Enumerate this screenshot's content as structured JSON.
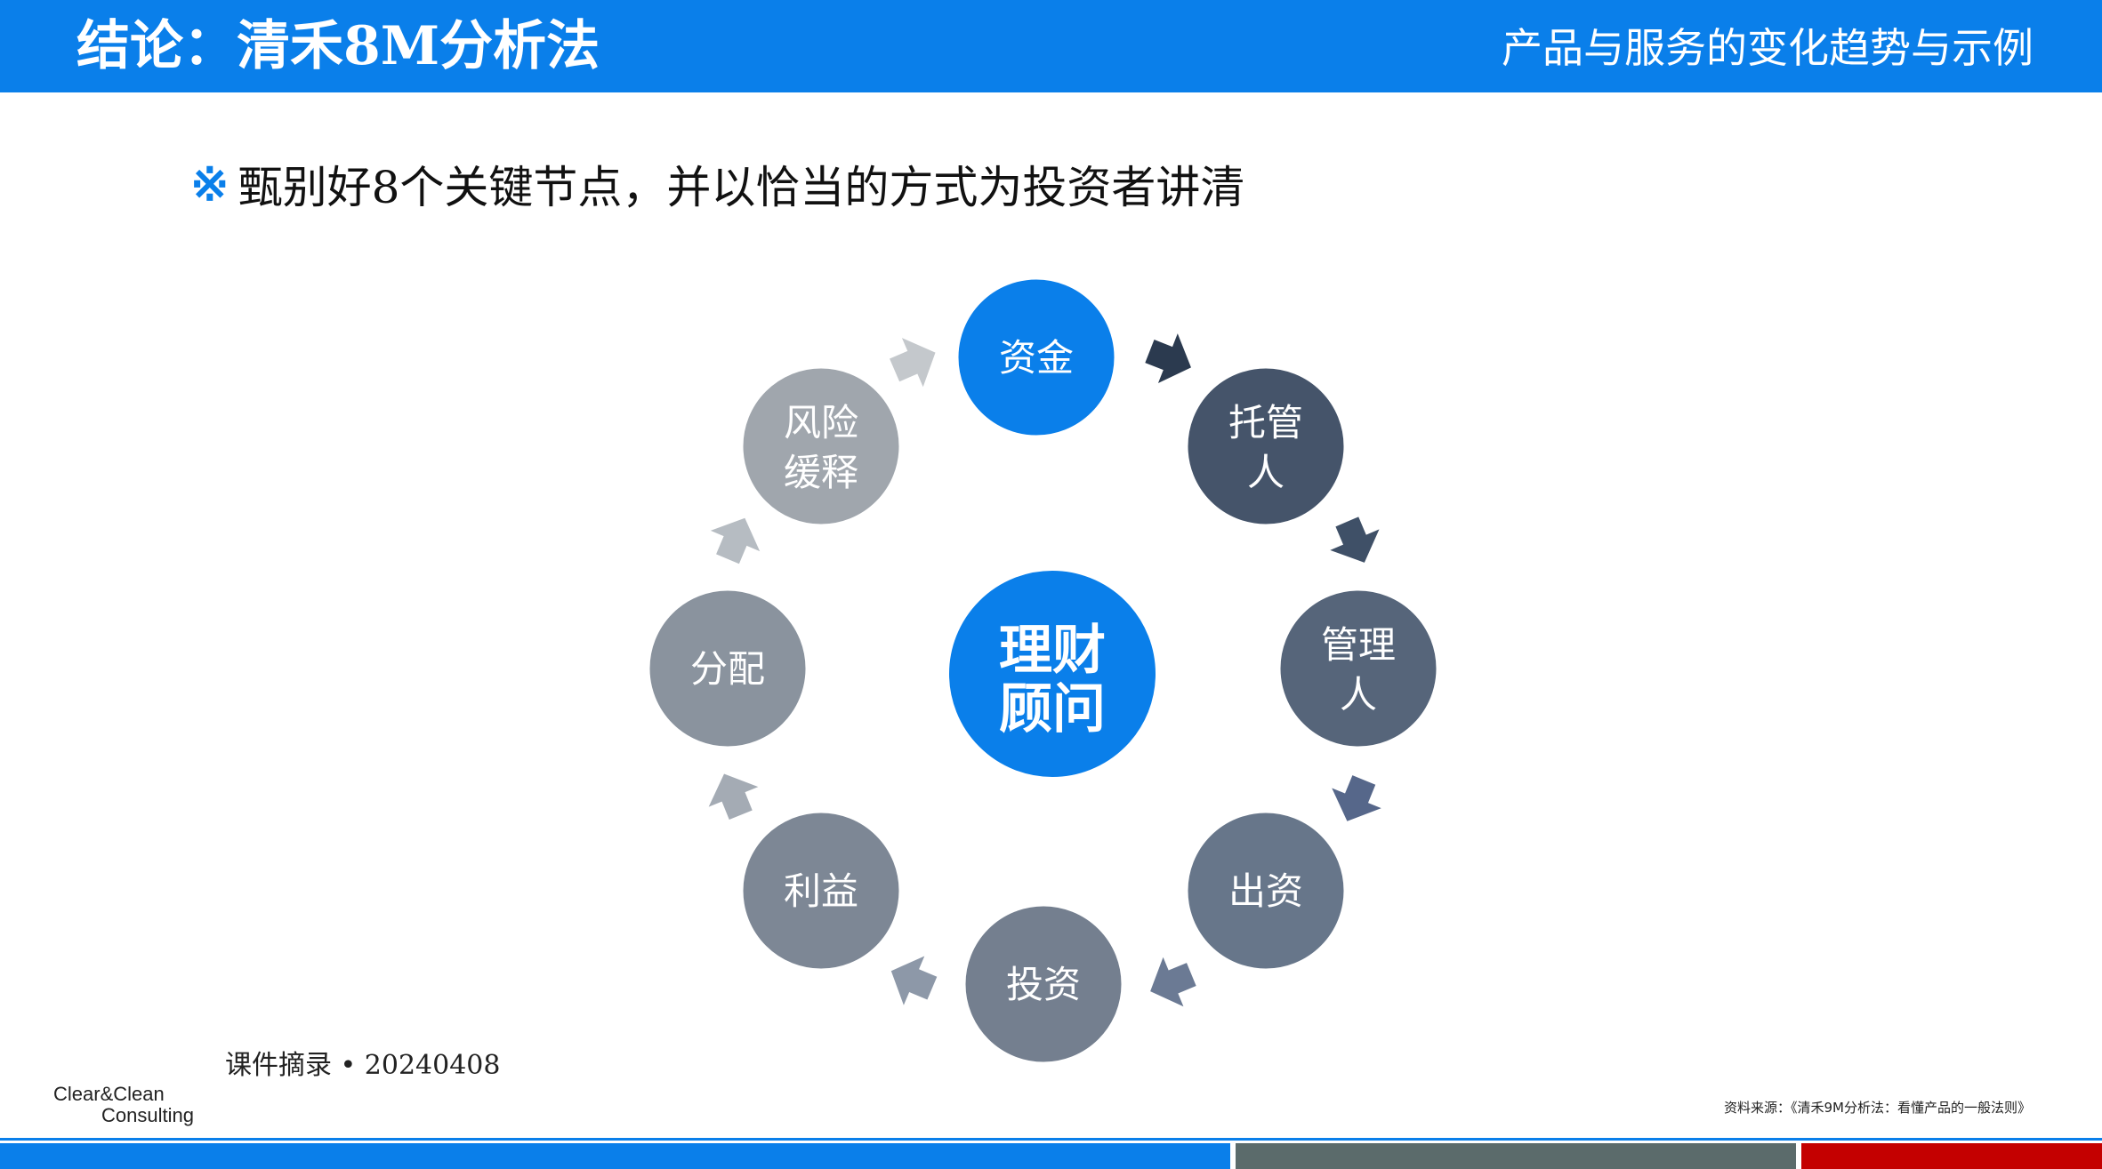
{
  "header": {
    "title": "结论：清禾8M分析法",
    "subtitle": "产品与服务的变化趋势与示例"
  },
  "bullet": {
    "mark": "※",
    "text": "甄别好8个关键节点，并以恰当的方式为投资者讲清"
  },
  "diagram": {
    "center": {
      "line1": "理财",
      "line2": "顾问",
      "color": "#0a7fea"
    },
    "nodes": [
      {
        "id": "zijin",
        "line1": "资金",
        "line2": "",
        "color": "#0a7fea"
      },
      {
        "id": "tuoguanren",
        "line1": "托管",
        "line2": "人",
        "color": "#45546a"
      },
      {
        "id": "guanliren",
        "line1": "管理",
        "line2": "人",
        "color": "#56657a"
      },
      {
        "id": "chuzi",
        "line1": "出资",
        "line2": "",
        "color": "#67768a"
      },
      {
        "id": "touzi",
        "line1": "投资",
        "line2": "",
        "color": "#747f8f"
      },
      {
        "id": "liyi",
        "line1": "利益",
        "line2": "",
        "color": "#7d8795"
      },
      {
        "id": "fenpei",
        "line1": "分配",
        "line2": "",
        "color": "#8a939e"
      },
      {
        "id": "fengxianhuanshi",
        "line1": "风险",
        "line2": "缓释",
        "color": "#a0a6ad"
      }
    ],
    "arrow_colors": [
      "#2b3a4f",
      "#3f5067",
      "#56678a",
      "#6b7a94",
      "#8d98a8",
      "#a4abb4",
      "#b6bcc2",
      "#c4c8cc"
    ]
  },
  "footer": {
    "note": "课件摘录 • 20240408",
    "logo_line1": "Clear&Clean",
    "logo_line2": "Consulting",
    "source": "资料来源：《清禾9M分析法：看懂产品的一般法则》"
  }
}
